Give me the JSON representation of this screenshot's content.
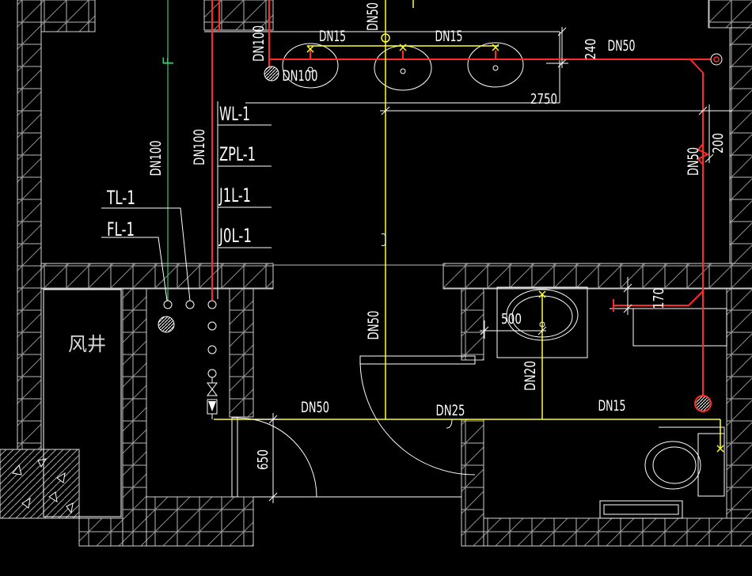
{
  "colors": {
    "background": "#000000",
    "drainage": "#ff2a2a",
    "water_supply": "#ffff33",
    "vent": "#33cc66",
    "linework": "#ffffff",
    "wall_hatch": "#8c8c8c"
  },
  "pipe_labels": {
    "top_supply_riser": "DN50",
    "top_drain_riser": "DN100",
    "basin_branch_left": "DN15",
    "basin_branch_right": "DN15",
    "main_drain": "DN50",
    "floor_drain": "DN100",
    "vent_riser": "F",
    "shaft_left": "DN100",
    "shaft_right": "DN100",
    "right_riser": "DN50",
    "supply_riser": "DN50",
    "bath_basin_supply": "DN20",
    "bottom_left": "DN50",
    "bottom_mid": "DN25",
    "bottom_right": "DN15"
  },
  "riser_tags": [
    "WL-1",
    "ZPL-1",
    "J1L-1",
    "J0L-1"
  ],
  "shaft_tags": {
    "tl": "TL-1",
    "fl": "FL-1"
  },
  "dimensions": {
    "d240": "240",
    "d2750": "2750",
    "d200": "200",
    "d170": "170",
    "d500": "500",
    "d650": "650"
  },
  "rooms": {
    "air_shaft": "风井"
  }
}
